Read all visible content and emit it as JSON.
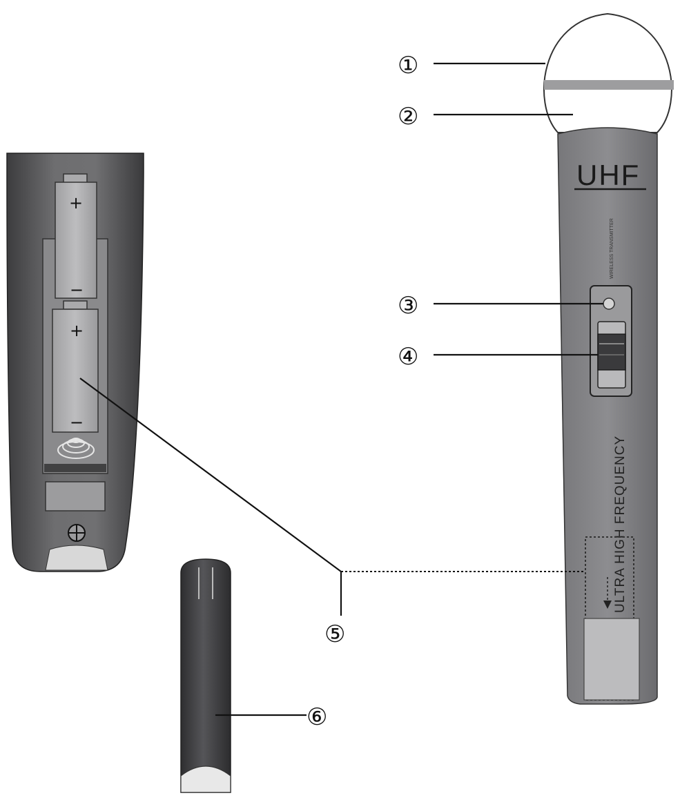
{
  "callouts": [
    "①",
    "②",
    "③",
    "④",
    "⑤",
    "⑥"
  ],
  "mic_brand": "UHF",
  "vertical_label": "ULTRA HIGH FREQUENCY",
  "tiny_label": "WIRELESS TRANSMITTER",
  "battery_plus": "+",
  "battery_minus": "−",
  "icons": {
    "mic_head": "microphone-grille-icon",
    "screw": "screw-icon",
    "spring": "battery-spring-icon",
    "arrow": "arrow-down-icon"
  },
  "colors": {
    "body_dark": "#5a5a5c",
    "body_light": "#8c8c8e",
    "panel": "#a9a9aa",
    "cap": "#48484a"
  }
}
